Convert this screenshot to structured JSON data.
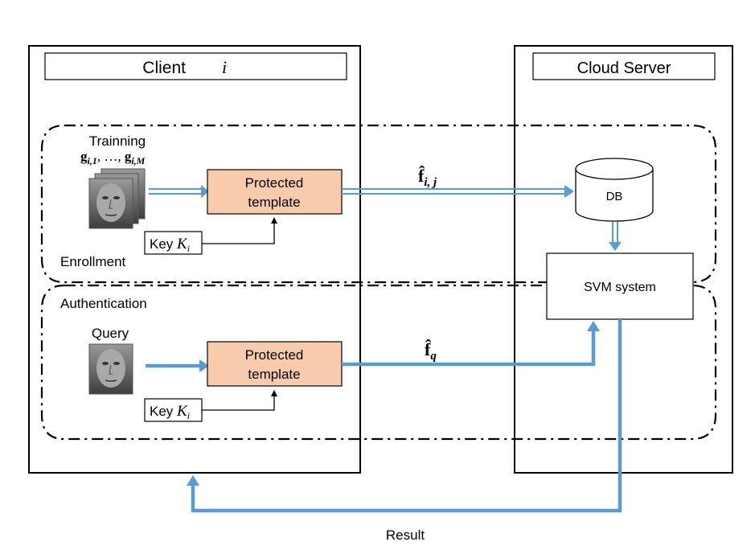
{
  "client": {
    "title": "Client",
    "title_var": "i"
  },
  "server": {
    "title": "Cloud Server"
  },
  "enrollment": {
    "section_label": "Enrollment",
    "training_label": "Trainning",
    "training_set": {
      "g1_base": "g",
      "g1_sub": "i,1",
      "sep": ", …, ",
      "gm_base": "g",
      "gm_sub": "i,M"
    },
    "protected_template_line1": "Protected",
    "protected_template_line2": "template",
    "key_label": "Key",
    "key_var": "K",
    "key_sub": "i",
    "feature_base": "f̂",
    "feature_sub": "i, j"
  },
  "authentication": {
    "section_label": "Authentication",
    "query_label": "Query",
    "protected_template_line1": "Protected",
    "protected_template_line2": "template",
    "key_label": "Key",
    "key_var": "K",
    "key_sub": "i",
    "feature_base": "f̂",
    "feature_sub": "q"
  },
  "db_label": "DB",
  "svm_label": "SVM system",
  "result_label": "Result",
  "colors": {
    "template_fill": "#f8cbad",
    "arrow_blue": "#5b9bd5",
    "border": "#000000"
  }
}
